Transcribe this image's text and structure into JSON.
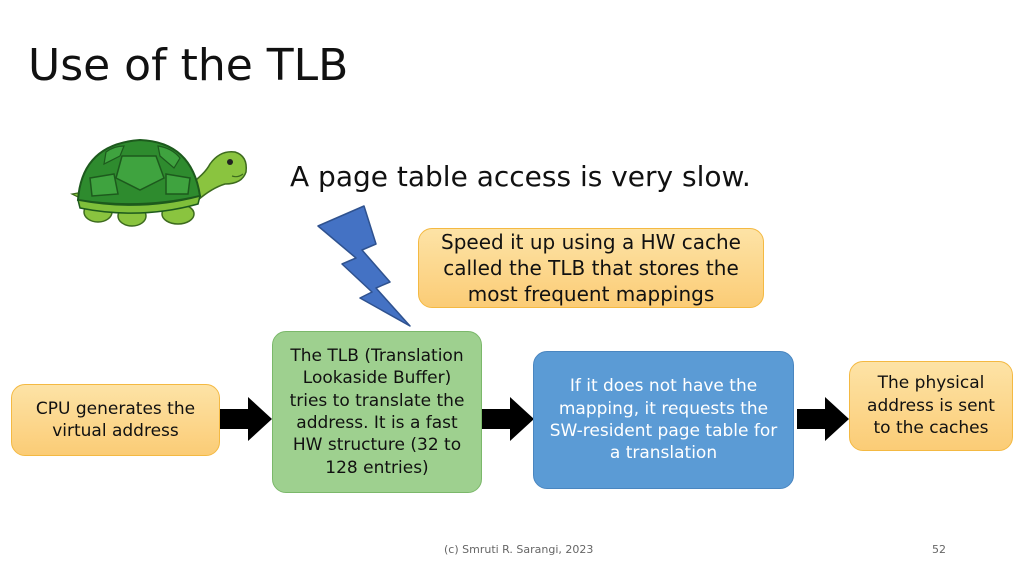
{
  "slide": {
    "title": "Use of the TLB",
    "headline": "A page table access is very slow.",
    "callout": "Speed it up using a HW cache called the TLB that stores the most frequent mappings",
    "flow": {
      "cpu": "CPU generates the virtual address",
      "tlb": "The TLB (Translation Lookaside Buffer) tries to translate the address. It is a fast HW structure (32 to 128 entries)",
      "miss": "If it does not have the mapping, it requests the SW-resident page table for a translation",
      "physical": "The physical address is sent to the caches"
    },
    "footer": {
      "credit": "(c) Smruti R. Sarangi, 2023",
      "page_number": "52"
    },
    "icons": [
      "turtle-icon",
      "lightning-bolt-icon",
      "arrow-right-icon"
    ],
    "colors": {
      "orange_box": "#fbcc76",
      "green_box": "#9ed08f",
      "blue_box": "#5b9bd5",
      "bolt": "#4472c4",
      "turtle_shell": "#2e8b2e"
    }
  }
}
